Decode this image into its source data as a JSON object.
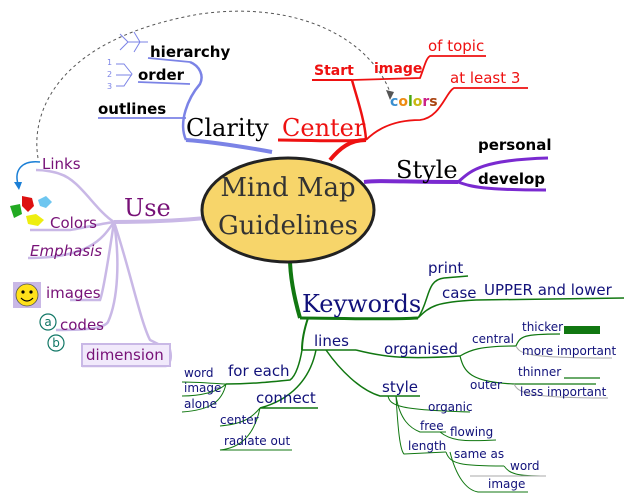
{
  "center": {
    "line1": "Mind Map",
    "line2": "Guidelines"
  },
  "clarity": {
    "label": "Clarity",
    "hierarchy": "hierarchy",
    "order": "order",
    "outlines": "outlines",
    "num1": "1",
    "num2": "2",
    "num3": "3"
  },
  "center_branch": {
    "label": "Center",
    "start": "Start",
    "image": "image",
    "of_topic": "of topic",
    "at_least_3": "at least 3",
    "colors": "colors"
  },
  "style_branch": {
    "label": "Style",
    "personal": "personal",
    "develop": "develop"
  },
  "use": {
    "label": "Use",
    "links": "Links",
    "colors": "Colors",
    "emphasis": "Emphasis",
    "images": "images",
    "codes": "codes",
    "dimension": "dimension",
    "code_a": "a",
    "code_b": "b"
  },
  "keywords": {
    "label": "Keywords",
    "print": "print",
    "case": "case",
    "upper_lower": "UPPER and lower",
    "lines": "lines",
    "organised": "organised",
    "central": "central",
    "thicker": "thicker",
    "more_important": "more important",
    "outer": "outer",
    "thinner": "thinner",
    "less_important": "less important",
    "style": "style",
    "organic": "organic",
    "free": "free",
    "flowing": "flowing",
    "length": "length",
    "same_as": "same as",
    "word": "word",
    "image": "image",
    "for_each": "for each",
    "fe_word": "word",
    "fe_image": "image",
    "fe_alone": "alone",
    "connect": "connect",
    "center": "center",
    "radiate_out": "radiate out"
  },
  "colors": {
    "clarity": "#7b83e6",
    "center": "#ee1111",
    "style": "#7a2ad0",
    "use": "#c9b8e6",
    "keywords": "#117711",
    "text_use": "#771177",
    "text_kw": "#11117a",
    "ellipse_fill": "#f7d56a"
  }
}
